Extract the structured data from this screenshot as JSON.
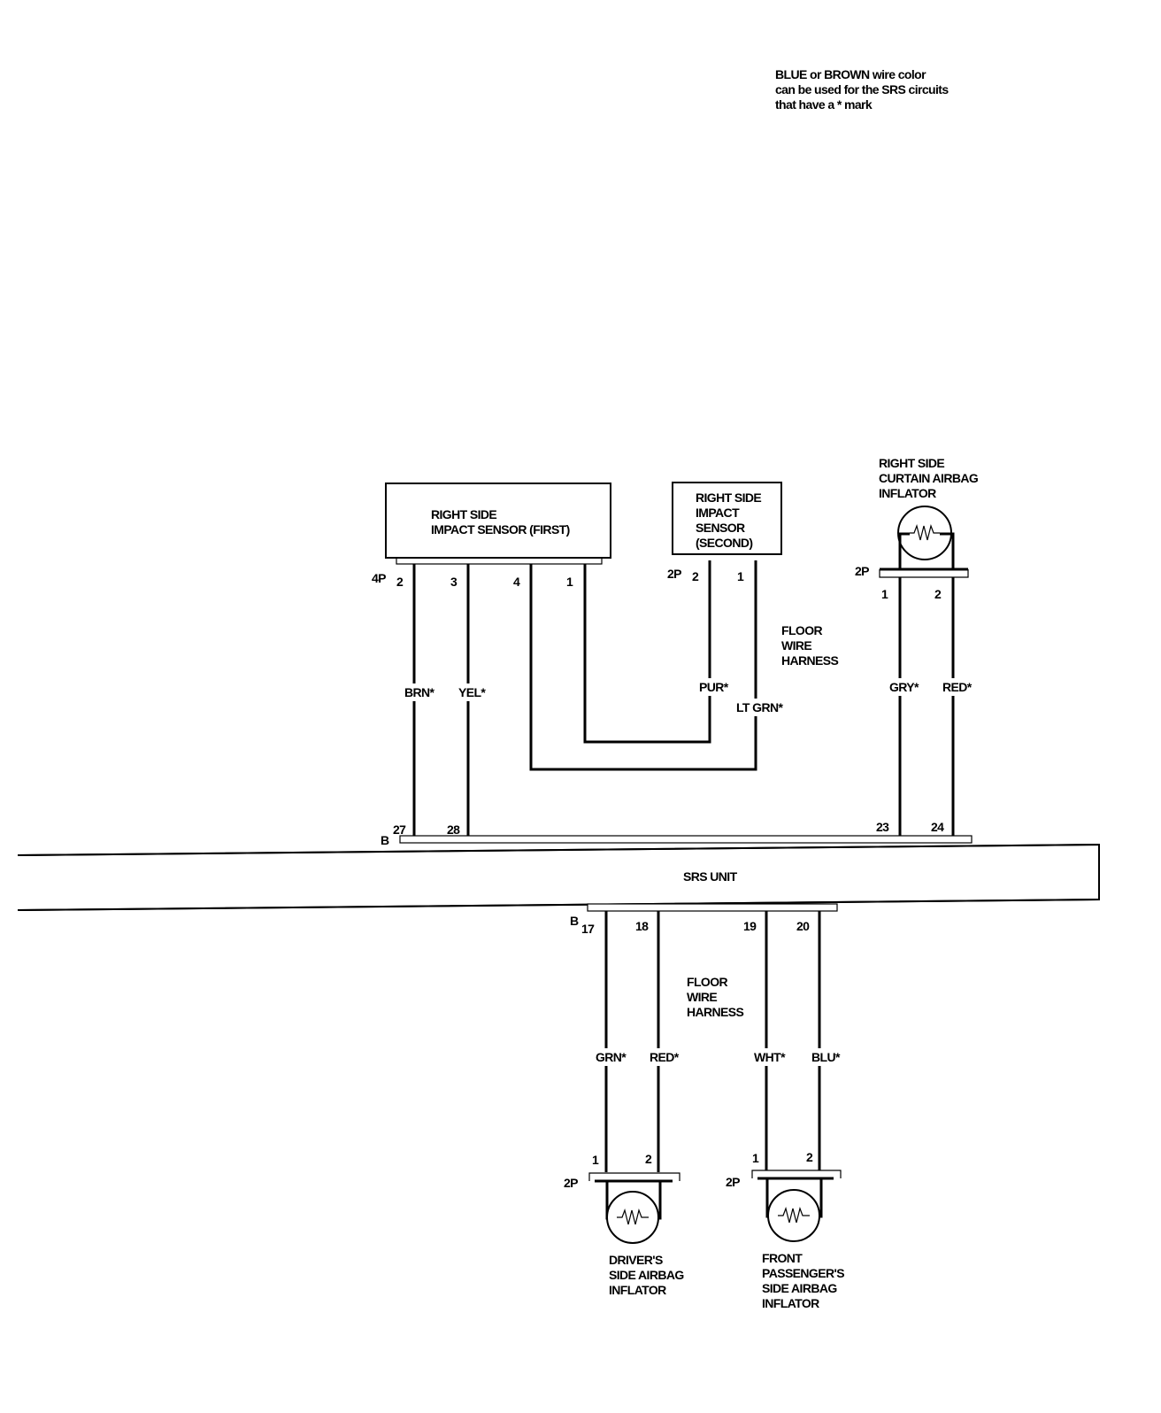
{
  "note": [
    "BLUE or BROWN wire color",
    "can be used for the SRS circuits",
    "that have a * mark"
  ],
  "components": {
    "impact_sensor_first": [
      "RIGHT SIDE",
      "IMPACT SENSOR (FIRST)"
    ],
    "impact_sensor_second": [
      "RIGHT SIDE",
      "IMPACT",
      "SENSOR",
      "(SECOND)"
    ],
    "curtain_inflator": [
      "RIGHT SIDE",
      "CURTAIN AIRBAG",
      "INFLATOR"
    ],
    "srs_unit": "SRS UNIT",
    "driver_inflator": [
      "DRIVER'S",
      "SIDE AIRBAG",
      "INFLATOR"
    ],
    "passenger_inflator": [
      "FRONT",
      "PASSENGER'S",
      "SIDE AIRBAG",
      "INFLATOR"
    ]
  },
  "harness_labels": {
    "upper": [
      "FLOOR",
      "WIRE",
      "HARNESS"
    ],
    "lower": [
      "FLOOR",
      "WIRE",
      "HARNESS"
    ]
  },
  "connectors": {
    "sensor_first": "4P",
    "sensor_second": "2P",
    "curtain": "2P",
    "srs_top": "B",
    "srs_bottom": "B",
    "driver": "2P",
    "passenger": "2P"
  },
  "pins": {
    "sensor_first": [
      "2",
      "3",
      "4",
      "1"
    ],
    "sensor_second": [
      "2",
      "1"
    ],
    "curtain": [
      "1",
      "2"
    ],
    "srs_top_left": [
      "27",
      "28"
    ],
    "srs_top_right": [
      "23",
      "24"
    ],
    "srs_bottom": [
      "17",
      "18",
      "19",
      "20"
    ],
    "driver": [
      "1",
      "2"
    ],
    "passenger": [
      "1",
      "2"
    ]
  },
  "wire_colors": {
    "brn": "BRN*",
    "yel": "YEL*",
    "pur": "PUR*",
    "lt_grn": "LT GRN*",
    "gry": "GRY*",
    "red_curtain": "RED*",
    "grn": "GRN*",
    "red_driver": "RED*",
    "wht": "WHT*",
    "blu": "BLU*"
  }
}
